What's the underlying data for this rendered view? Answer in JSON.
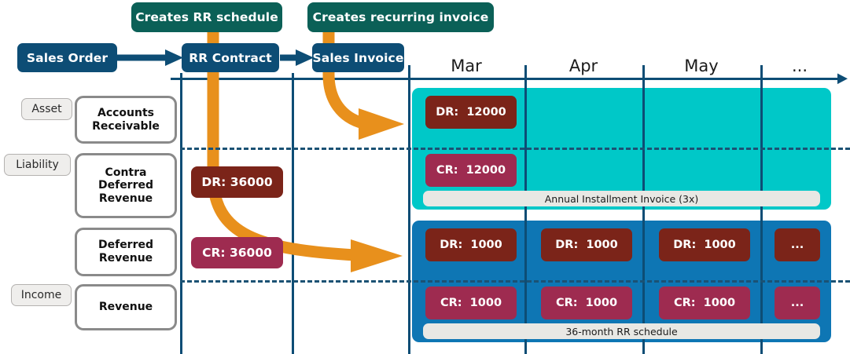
{
  "flow": {
    "nodes": [
      {
        "id": "sales-order",
        "label": "Sales Order"
      },
      {
        "id": "rr-contract",
        "label": "RR Contract"
      },
      {
        "id": "sales-invoice",
        "label": "Sales Invoice"
      }
    ],
    "callouts": [
      {
        "id": "creates-rr-schedule",
        "label": "Creates RR schedule"
      },
      {
        "id": "creates-recurring-invoice",
        "label": "Creates recurring invoice"
      }
    ]
  },
  "accounts": {
    "categories": [
      {
        "id": "asset",
        "label": "Asset"
      },
      {
        "id": "liability",
        "label": "Liability"
      },
      {
        "id": "income",
        "label": "Income"
      }
    ],
    "rows": [
      {
        "id": "accounts-receivable",
        "label": "Accounts\nReceivable"
      },
      {
        "id": "contra-deferred-revenue",
        "label": "Contra\nDeferred\nRevenue"
      },
      {
        "id": "deferred-revenue",
        "label": "Deferred\nRevenue"
      },
      {
        "id": "revenue",
        "label": "Revenue"
      }
    ]
  },
  "contract_entries": [
    {
      "id": "contract-debit",
      "label": "DR: 36000",
      "type": "dr"
    },
    {
      "id": "contract-credit",
      "label": "CR: 36000",
      "type": "cr"
    }
  ],
  "timeline": {
    "months": [
      "Mar",
      "Apr",
      "May",
      "..."
    ]
  },
  "invoice_block": {
    "caption": "Annual Installment Invoice (3x)",
    "debits": [
      "DR:  12000"
    ],
    "credits": [
      "CR:  12000"
    ]
  },
  "schedule_block": {
    "caption": "36-month RR schedule",
    "debits": [
      "DR:  1000",
      "DR:  1000",
      "DR:  1000",
      "..."
    ],
    "credits": [
      "CR:  1000",
      "CR:  1000",
      "CR:  1000",
      "..."
    ]
  },
  "colors": {
    "navy": "#0d4d75",
    "green": "#0b6057",
    "orange": "#e8901c",
    "teal": "#00c8c8",
    "blue": "#0e76b4",
    "debit": "#7b2419",
    "credit": "#9e2b50",
    "chip": "#efeeec",
    "caption": "#e8e8e4"
  }
}
